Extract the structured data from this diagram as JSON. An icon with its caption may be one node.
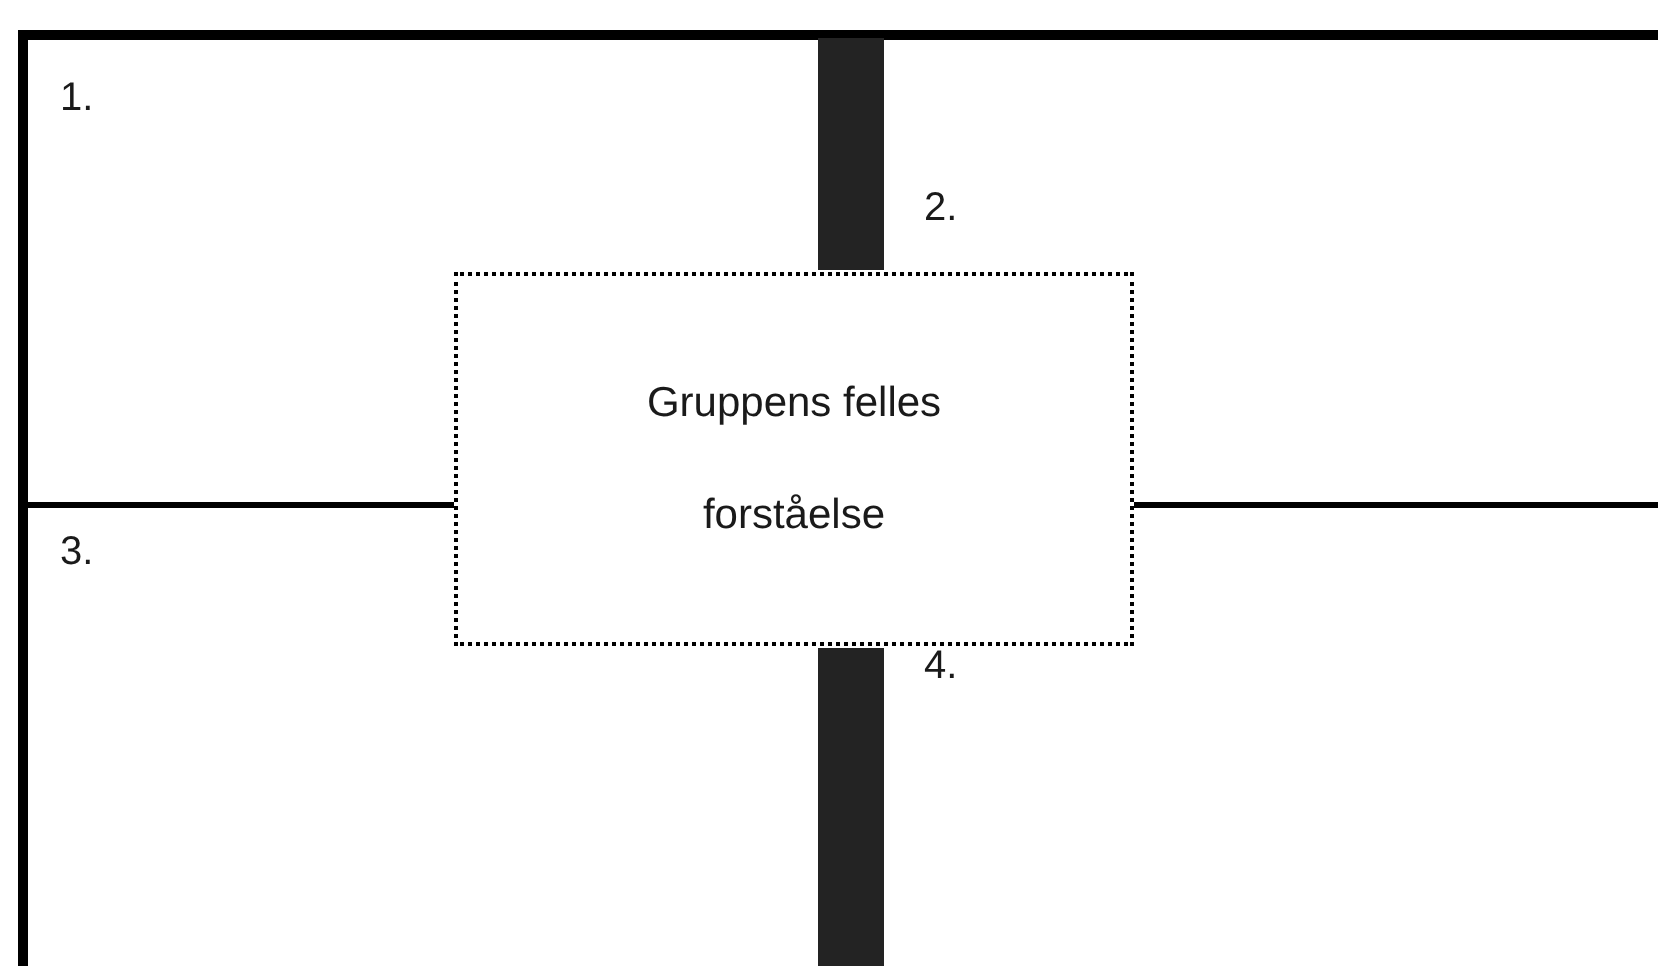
{
  "diagram": {
    "nodes": [
      {
        "text": [
          "1."
        ]
      },
      {
        "text": [
          "2."
        ]
      },
      {
        "text": [
          "3."
        ]
      },
      {
        "text": [
          "4."
        ]
      },
      {
        "text": [
          "Gruppens felles forståelse"
        ]
      }
    ]
  }
}
